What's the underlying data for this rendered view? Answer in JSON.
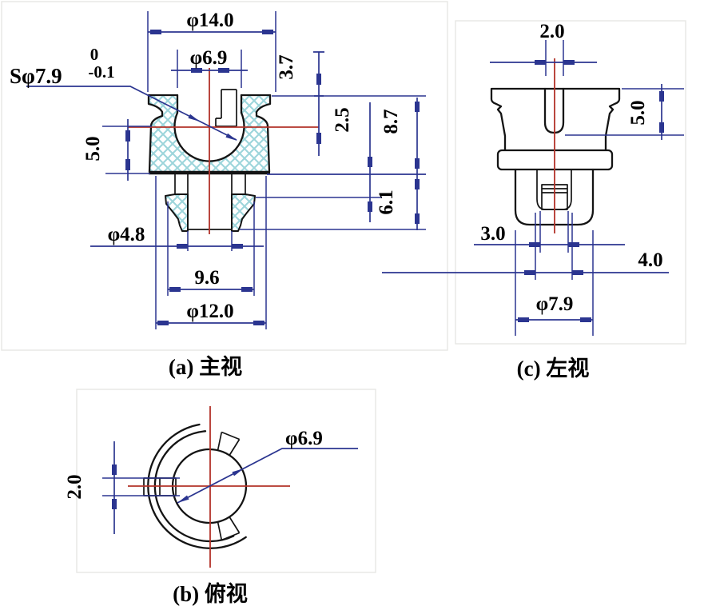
{
  "colors": {
    "dimension": "#2b3590",
    "centerline": "#b23228",
    "hatch": "#9dd5db",
    "outline": "#141414"
  },
  "views": {
    "front": {
      "caption": "(a) 主视",
      "dims": {
        "top_diameter": "φ14.0",
        "slot_diameter": "φ6.9",
        "sphere_diameter": "Sφ7.9",
        "sphere_tol_upper": "0",
        "sphere_tol_lower": "-0.1",
        "left_height": "5.0",
        "leg_inner_diameter": "φ4.8",
        "feet_width": "9.6",
        "body_diameter": "φ12.0",
        "depth_top": "3.7",
        "depth_center": "2.5",
        "body_height": "8.7",
        "leg_height": "6.1"
      }
    },
    "left": {
      "caption": "(c) 左视",
      "dims": {
        "slot_width": "2.0",
        "slot_depth": "5.0",
        "inner_width_small": "3.0",
        "inner_width_large": "4.0",
        "stem_diameter": "φ7.9"
      }
    },
    "top": {
      "caption": "(b) 俯视",
      "dims": {
        "key_width": "2.0",
        "bore_diameter": "φ6.9"
      }
    }
  }
}
